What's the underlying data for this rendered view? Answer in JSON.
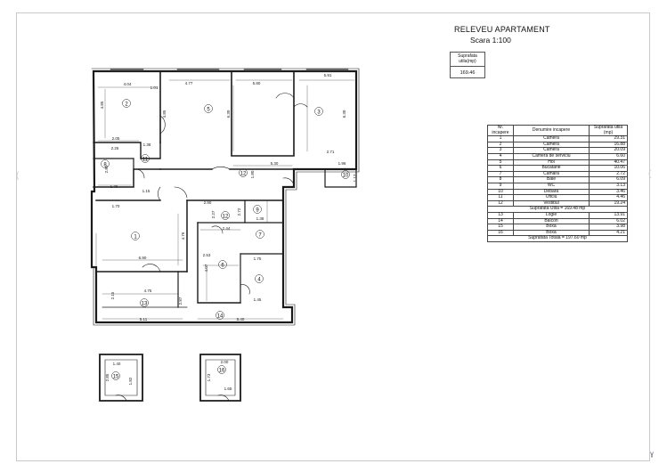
{
  "header": {
    "title": "RELEVEU APARTAMENT",
    "scale": "Scara 1:100"
  },
  "surface_box": {
    "label": "Suprafata utila(mp)",
    "value": "169.46"
  },
  "legend": {
    "headers": [
      "Nr. incapere",
      "Denumire incapere",
      "Suprafata utila (mp)"
    ],
    "rows": [
      [
        "1",
        "Camera",
        "29.31"
      ],
      [
        "2",
        "Camera",
        "16.88"
      ],
      [
        "3",
        "Camera",
        "20.09"
      ],
      [
        "4",
        "Camera de serviciu",
        "6.60"
      ],
      [
        "5",
        "Hol",
        "40.47"
      ],
      [
        "6",
        "Bucatarie",
        "10.06"
      ],
      [
        "7",
        "Camara",
        "2.72"
      ],
      [
        "8",
        "Baie",
        "6.09"
      ],
      [
        "9",
        "WC",
        "3.13"
      ],
      [
        "10",
        "Debara",
        "3.46"
      ],
      [
        "11",
        "Oficiu",
        "4.46"
      ],
      [
        "12",
        "Vestibul",
        "19.24"
      ]
    ],
    "util_total": "Suprafata Utila  = 169.48 mp",
    "extra_rows": [
      [
        "13",
        "Logie",
        "13.91"
      ],
      [
        "14",
        "Balcon",
        "6.02"
      ],
      [
        "15",
        "Boxa",
        "3.98"
      ],
      [
        "16",
        "Boxa",
        "4.21"
      ]
    ],
    "grand_total": "Suprafata Totala  = 197.60 mp"
  },
  "plan": {
    "rooms": {
      "r1": "1",
      "r2": "2",
      "r3": "3",
      "r4": "4",
      "r5": "5",
      "r6": "6",
      "r7": "7",
      "r8": "8",
      "r9": "9",
      "r10": "10",
      "r11": "11",
      "r12": "12",
      "r12b": "12",
      "r13": "13",
      "r14": "14",
      "r15": "15",
      "r16": "16"
    },
    "dims": {
      "d404": "4.04",
      "d485": "4.85",
      "d205": "2.05",
      "d101": "1.01",
      "d138": "1.38",
      "d225": "2.25",
      "d285": "2.85",
      "d179": "1.79",
      "d115": "1.15",
      "d170": "1.70",
      "d477": "4.77",
      "d580": "5.80",
      "d591": "5.91",
      "d630": "6.30",
      "d630b": "6.30",
      "d271": "2.71",
      "d530": "5.30",
      "d180": "1.80",
      "d186": "1.96",
      "d117": "1.17",
      "d290": "2.90",
      "d227": "2.27",
      "d272": "2.72",
      "d244": "2.44",
      "d138b": "1.38",
      "d476": "4.76",
      "d690": "6.90",
      "d253": "2.53",
      "d175": "1.75",
      "d407": "4.07",
      "d145": "1.45",
      "d475": "4.75",
      "d215": "2.15",
      "d287": "2.87",
      "d511": "5.11",
      "d840": "8.40",
      "d140": "1.40",
      "d285b": "2.85",
      "d182": "1.82",
      "d200": "2.00",
      "d173": "1.73",
      "d165": "1.65",
      "d485b": "4.85"
    }
  }
}
